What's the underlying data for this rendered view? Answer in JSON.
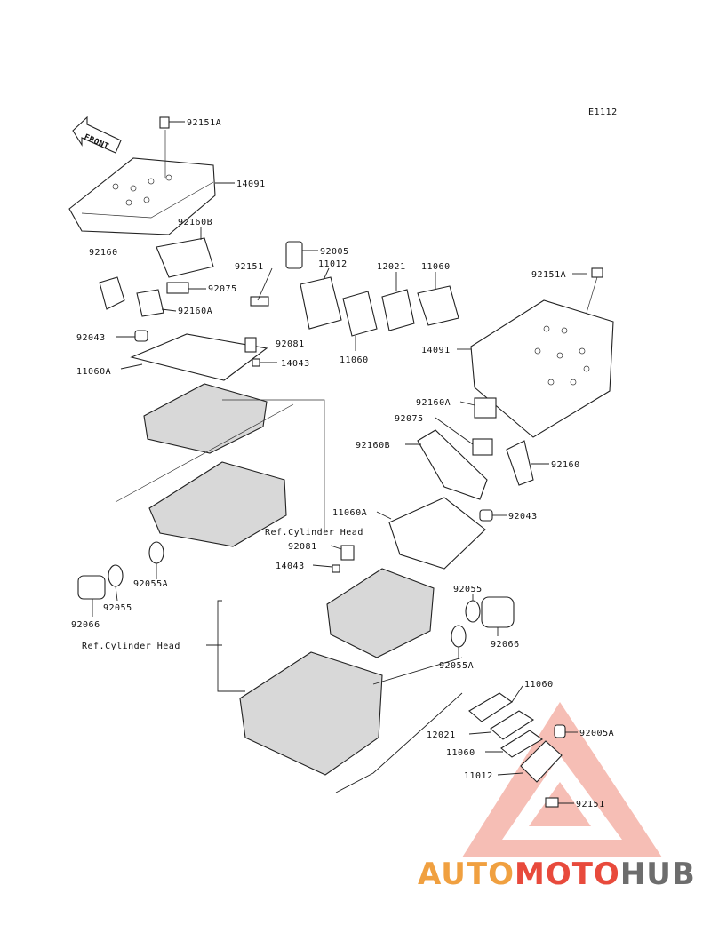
{
  "diagram": {
    "code": "E1112",
    "front_label": "FRONT",
    "ref_labels": [
      "Ref.Cylinder Head",
      "Ref.Cylinder Head"
    ],
    "callouts": [
      "92151A",
      "14091",
      "92160B",
      "92160",
      "92151",
      "92075",
      "92160A",
      "92005",
      "11012",
      "12021",
      "11060",
      "92081",
      "11060",
      "92043",
      "11060A",
      "14043",
      "92151A",
      "14091",
      "92160A",
      "92075",
      "92160B",
      "92160",
      "11060A",
      "92043",
      "92081",
      "14043",
      "92055A",
      "92055",
      "92066",
      "92055",
      "92066",
      "92055A",
      "11060",
      "12021",
      "92005A",
      "11060",
      "11012",
      "92151"
    ]
  },
  "watermark": {
    "text": "AUTOMOTOHUB",
    "colors": {
      "auto": "#f0a040",
      "moto": "#e84a3c",
      "hub": "#6d6d6d"
    }
  }
}
